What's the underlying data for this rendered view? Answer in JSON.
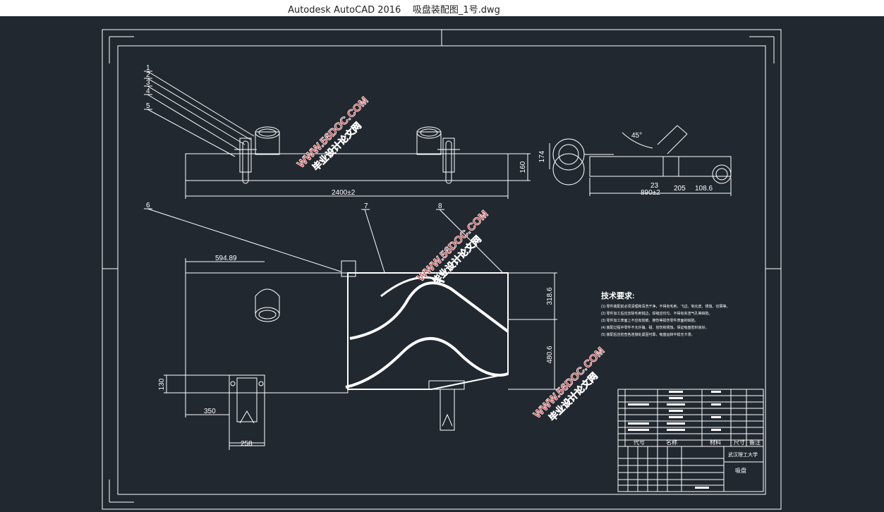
{
  "window": {
    "app_name": "Autodesk AutoCAD 2016",
    "file_name": "吸盘装配图_1号.dwg"
  },
  "colors": {
    "background": "#212830",
    "lines": "#ffffff",
    "watermark": "#c42a2a"
  },
  "drawing": {
    "balloons": [
      "1",
      "2",
      "3",
      "4",
      "5",
      "6",
      "7",
      "8"
    ],
    "dimensions": {
      "top_length": "2400±2",
      "top_height": "160",
      "side_height": "174",
      "side_length": "890±2",
      "side_23": "23",
      "side_205": "205",
      "side_108": "108.6",
      "side_angle": "45°",
      "plan_594": "594.89",
      "plan_318": "318.6",
      "plan_480": "480.6",
      "plan_130": "130",
      "plan_350": "350",
      "plan_258": "258"
    },
    "notes": {
      "title": "技术要求:",
      "lines": [
        "(1) 零件装配前必须清理和清洗干净，不得有毛刺、飞边、氧化皮、锈蚀、切屑等。",
        "(2) 零件加工后应去除毛刺锐边，焊缝应均匀、不得有夹渣气孔等缺陷。",
        "(3) 零件加工表面上不应有划痕、擦伤等损伤零件表面的缺陷。",
        "(4) 装配过程中零件不允许磕、碰、划伤和锈蚀，保证吸盘密封良好。",
        "(5) 装配后应检查各连接处紧固可靠，吸盘运转平稳无卡滞。"
      ]
    },
    "title_block": {
      "header_code": "代号",
      "header_name": "名称",
      "header_material": "材料",
      "header_size": "尺寸",
      "header_remark": "备注",
      "university": "武汉理工大学",
      "part_name": "吸盘"
    },
    "watermarks": [
      {
        "brand": "毕业设计论文网",
        "url": "WWW.56DOC.COM"
      },
      {
        "brand": "毕业设计论文网",
        "url": "WWW.56DOC.COM"
      },
      {
        "brand": "毕业设计论文网",
        "url": "WWW.56DOC.COM"
      }
    ]
  }
}
